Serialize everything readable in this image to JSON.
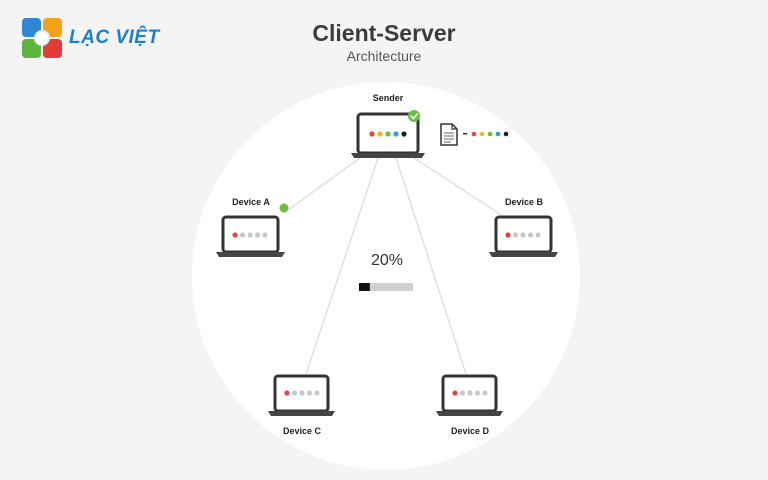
{
  "brand": {
    "name": "LẠC VIỆT"
  },
  "title": "Client-Server",
  "subtitle": "Architecture",
  "nodes": {
    "sender": {
      "label": "Sender",
      "dots": [
        "#e8403b",
        "#f4b51f",
        "#6cbf3f",
        "#2da0d8",
        "#222222"
      ]
    },
    "device_a": {
      "label": "Device A"
    },
    "device_b": {
      "label": "Device B"
    },
    "device_c": {
      "label": "Device C"
    },
    "device_d": {
      "label": "Device D"
    }
  },
  "progress": {
    "label": "20%",
    "value": 0.2
  },
  "colors": {
    "online": "#6cbf3f",
    "active_dot": "#e8403b",
    "idle_dot": "#c8c8c8"
  }
}
